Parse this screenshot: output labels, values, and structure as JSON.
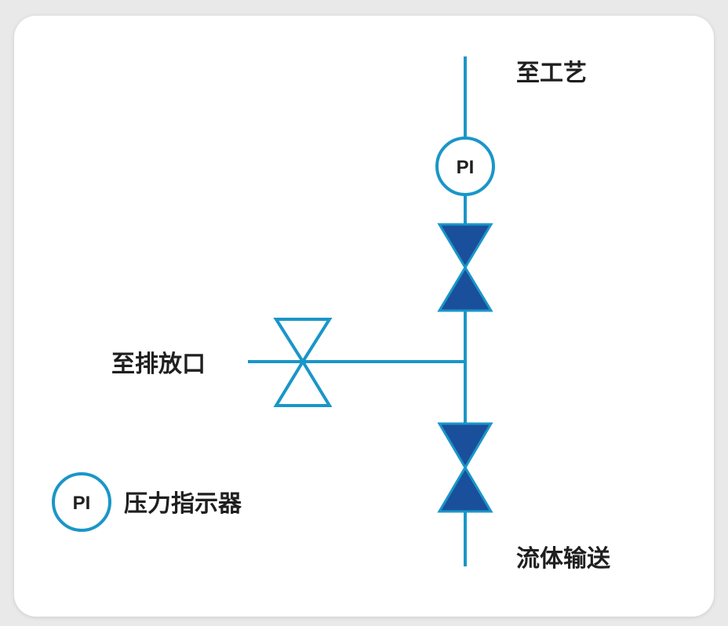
{
  "labels": {
    "to_process": "至工艺",
    "to_vent": "至排放口",
    "fluid_transfer": "流体输送",
    "legend_text": "压力指示器"
  },
  "instrument": {
    "tag": "PI"
  },
  "legend": {
    "tag": "PI"
  },
  "colors": {
    "line": "#1a96c8",
    "valve_fill": "#1a4f9c",
    "text": "#1f1f1f",
    "background": "#ffffff"
  }
}
